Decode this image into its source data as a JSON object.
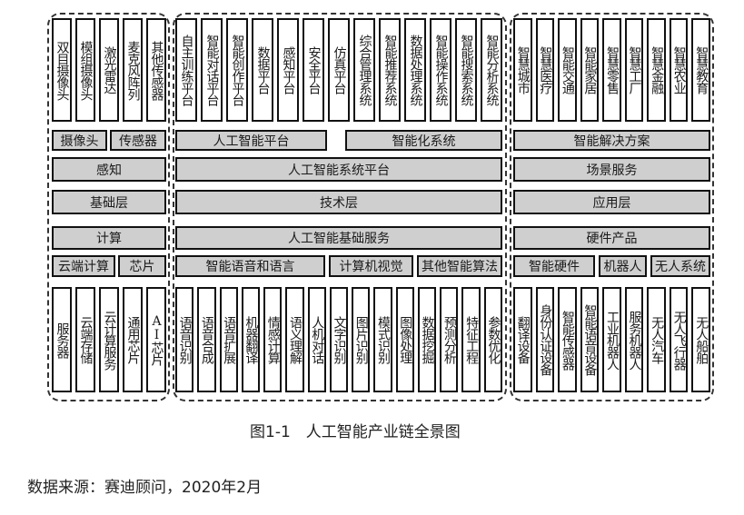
{
  "diagram": {
    "left_panel": {
      "top_items": [
        "双目摄像头",
        "模组摄像头",
        "激光雷达",
        "麦克风阵列",
        "其他传感器"
      ],
      "group_row": [
        "摄像头",
        "传感器"
      ],
      "scene_row": "感知",
      "layer_row": "基础层",
      "service_row": "计算",
      "sub_row": [
        "云端计算",
        "芯片"
      ],
      "bottom_items": [
        "服务器",
        "云端存储",
        "云计算服务",
        "通用芯片",
        "AI芯片"
      ]
    },
    "middle_panel": {
      "top_items": [
        "自主训练平台",
        "智能对话平台",
        "智能创作平台",
        "数据平台",
        "感知平台",
        "安全平台",
        "仿真平台",
        "综合管理系统",
        "智能推荐系统",
        "数据处理系统",
        "智能操作系统",
        "智能搜索系统",
        "智能分析系统"
      ],
      "group_row": [
        "人工智能平台",
        "智能化系统"
      ],
      "scene_row": "人工智能系统平台",
      "layer_row": "技术层",
      "service_row": "人工智能基础服务",
      "sub_row": [
        "智能语音和语言",
        "计算机视觉",
        "其他智能算法"
      ],
      "bottom_items": [
        "语音识别",
        "语音合成",
        "语音扩展",
        "机器翻译",
        "情感计算",
        "语义理解",
        "人机对话",
        "文字识别",
        "图片识别",
        "模式识别",
        "图像处理",
        "数据挖掘",
        "预测分析",
        "特征工程",
        "参数优化"
      ]
    },
    "right_panel": {
      "top_items": [
        "智慧城市",
        "智慧医疗",
        "智能交通",
        "智能家居",
        "智慧零售",
        "智慧工厂",
        "智慧金融",
        "智慧农业",
        "智慧教育"
      ],
      "group_row": [
        "智能解决方案"
      ],
      "scene_row": "场景服务",
      "layer_row": "应用层",
      "service_row": "硬件产品",
      "sub_row": [
        "智能硬件",
        "机器人",
        "无人系统"
      ],
      "bottom_items": [
        "翻译设备",
        "身份认证设备",
        "智能传感器",
        "智能语音设备",
        "工业机器人",
        "服务机器人",
        "无人汽车",
        "无人飞行器",
        "无人船舶"
      ]
    }
  },
  "caption": "图1-1　人工智能产业链全景图",
  "source": "数据来源：赛迪顾问，2020年2月",
  "colors": {
    "box_fill": "#cfcfcf",
    "border": "#111111",
    "background": "#ffffff"
  }
}
